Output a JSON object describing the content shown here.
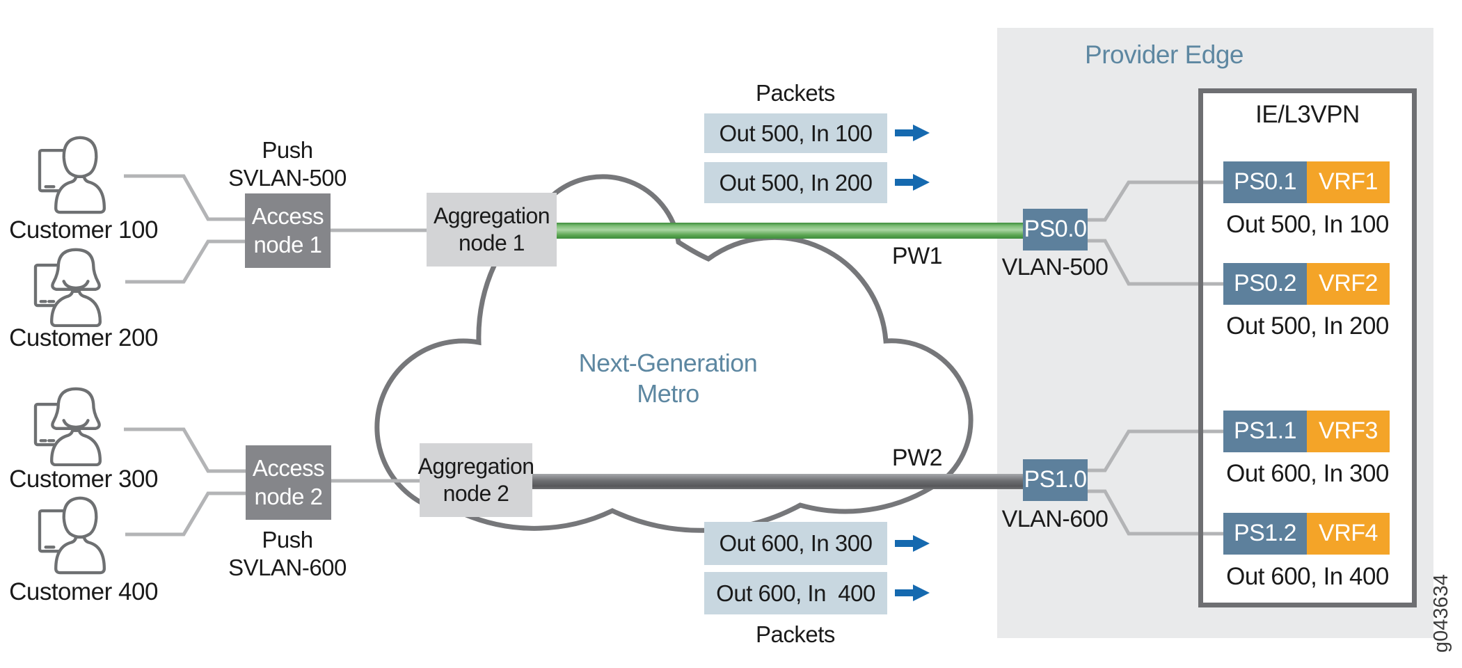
{
  "customers": [
    {
      "label": "Customer 100",
      "icon": "person-at-computer-male"
    },
    {
      "label": "Customer 200",
      "icon": "person-at-computer-female"
    },
    {
      "label": "Customer 300",
      "icon": "person-at-computer-female"
    },
    {
      "label": "Customer 400",
      "icon": "person-at-computer-male"
    }
  ],
  "access_nodes": [
    {
      "label": "Access\nnode 1",
      "push_label": "Push\nSVLAN-500"
    },
    {
      "label": "Access\nnode 2",
      "push_label": "Push\nSVLAN-600"
    }
  ],
  "aggregation_nodes": [
    {
      "label": "Aggregation\nnode 1"
    },
    {
      "label": "Aggregation\nnode 2"
    }
  ],
  "cloud": {
    "label": "Next-Generation\nMetro"
  },
  "pseudowires": [
    {
      "label": "PW1",
      "color": "#5aa551"
    },
    {
      "label": "PW2",
      "color": "#58585a"
    }
  ],
  "packet_groups": [
    {
      "title": "Packets",
      "position": "top",
      "packets": [
        "Out 500, In 100",
        "Out 500, In 200"
      ]
    },
    {
      "title": "Packets",
      "position": "bottom",
      "packets": [
        "Out 600, In 300",
        "Out 600, In  400"
      ]
    }
  ],
  "provider_edge": {
    "title": "Provider Edge",
    "ie_box_title": "IE/L3VPN",
    "ps_interfaces": [
      {
        "label": "PS0.0",
        "vlan": "VLAN-500"
      },
      {
        "label": "PS1.0",
        "vlan": "VLAN-600"
      }
    ],
    "services": [
      {
        "ps": "PS0.1",
        "vrf": "VRF1",
        "traffic": "Out 500, In 100"
      },
      {
        "ps": "PS0.2",
        "vrf": "VRF2",
        "traffic": "Out 500, In 200"
      },
      {
        "ps": "PS1.1",
        "vrf": "VRF3",
        "traffic": "Out 600, In 300"
      },
      {
        "ps": "PS1.2",
        "vrf": "VRF4",
        "traffic": "Out 600, In 400"
      }
    ]
  },
  "figure_id": "g043634",
  "colors": {
    "ps_blue": "#5d809c",
    "vrf_orange": "#f4a428",
    "packet_bg": "#c8d7e0",
    "arrow_blue": "#1569af",
    "access_gray": "#85868a",
    "aggregation_gray": "#d3d4d6",
    "provider_panel": "#e9eaeb",
    "cloud_stroke": "#76777a",
    "connector_gray": "#b3b4b6",
    "heading_blue": "#5d87a1",
    "pw1_green": "#5aa551",
    "pw2_gray": "#58585a"
  }
}
